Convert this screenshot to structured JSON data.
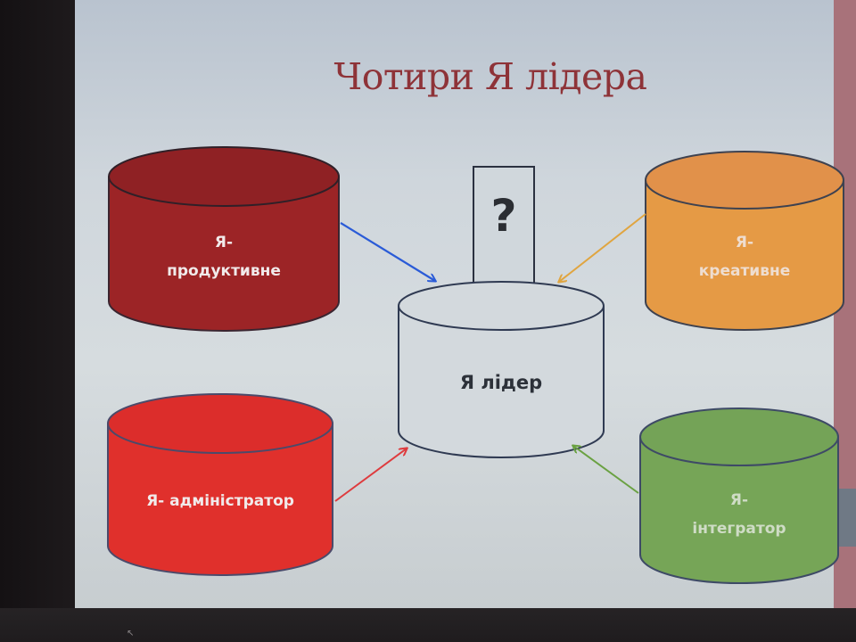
{
  "slide": {
    "title": "Чотири Я лідера",
    "title_color": "#8e3338",
    "center": {
      "label": "Я лідер",
      "question_box": "?"
    },
    "nodes": [
      {
        "id": "productive",
        "line1": "Я-",
        "line2": "продуктивне",
        "fill": "#9a2325",
        "arrow_color": "#2a5bd7"
      },
      {
        "id": "creative",
        "line1": "Я-",
        "line2": "креативне",
        "fill": "#e79a42",
        "arrow_color": "#e0a540"
      },
      {
        "id": "administrator",
        "line1": "Я- адміністратор",
        "line2": "",
        "fill": "#e0302c",
        "arrow_color": "#de3b3e"
      },
      {
        "id": "integrator",
        "line1": "Я-",
        "line2": "інтегратор",
        "fill": "#76a557",
        "arrow_color": "#6aa142"
      }
    ]
  },
  "frame": {
    "cursor_glyph": "↖"
  }
}
